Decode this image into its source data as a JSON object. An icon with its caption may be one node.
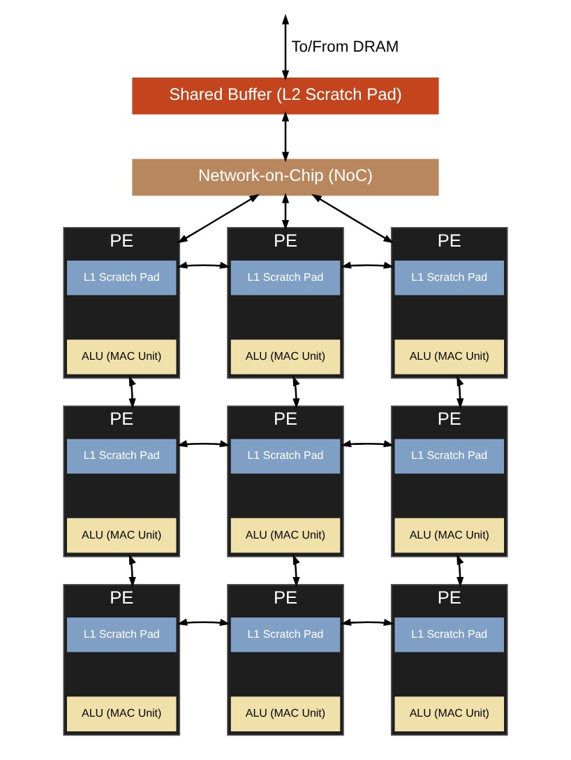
{
  "diagram": {
    "nodes": [
      {
        "text": [
          "Shared Buffer (L2 Scratch Pad)"
        ]
      },
      {
        "text": [
          "Network-on-Chip (NoC)"
        ]
      },
      {
        "text": [
          "PE"
        ]
      },
      {
        "text": [
          "L1 Scratch Pad"
        ],
        "in": 2
      },
      {
        "text": [
          "ALU (MAC Unit)"
        ],
        "in": 2
      },
      {
        "text": [
          "PE"
        ]
      },
      {
        "text": [
          "L1 Scratch Pad"
        ],
        "in": 5
      },
      {
        "text": [
          "ALU (MAC Unit)"
        ],
        "in": 5
      },
      {
        "text": [
          "PE"
        ]
      },
      {
        "text": [
          "L1 Scratch Pad"
        ],
        "in": 8
      },
      {
        "text": [
          "ALU (MAC Unit)"
        ],
        "in": 8
      },
      {
        "text": [
          "PE"
        ]
      },
      {
        "text": [
          "L1 Scratch Pad"
        ],
        "in": 11
      },
      {
        "text": [
          "ALU (MAC Unit)"
        ],
        "in": 11
      },
      {
        "text": [
          "PE"
        ]
      },
      {
        "text": [
          "L1 Scratch Pad"
        ],
        "in": 14
      },
      {
        "text": [
          "ALU (MAC Unit)"
        ],
        "in": 14
      },
      {
        "text": [
          "PE"
        ]
      },
      {
        "text": [
          "L1 Scratch Pad"
        ],
        "in": 17
      },
      {
        "text": [
          "ALU (MAC Unit)"
        ],
        "in": 17
      },
      {
        "text": [
          "PE"
        ]
      },
      {
        "text": [
          "L1 Scratch Pad"
        ],
        "in": 20
      },
      {
        "text": [
          "ALU (MAC Unit)"
        ],
        "in": 20
      },
      {
        "text": [
          "PE"
        ]
      },
      {
        "text": [
          "L1 Scratch Pad"
        ],
        "in": 23
      },
      {
        "text": [
          "ALU (MAC Unit)"
        ],
        "in": 23
      },
      {
        "text": [
          "PE"
        ]
      },
      {
        "text": [
          "L1 Scratch Pad"
        ],
        "in": 26
      },
      {
        "text": [
          "ALU (MAC Unit)"
        ],
        "in": 26
      }
    ],
    "edges": [
      {
        "from": null,
        "to": 0,
        "arrow": "both",
        "label": "To/From DRAM"
      },
      {
        "from": 0,
        "to": 1,
        "arrow": "both"
      },
      {
        "from": 1,
        "to": 2,
        "arrow": "both"
      },
      {
        "from": 1,
        "to": 5,
        "arrow": "both"
      },
      {
        "from": 1,
        "to": 8,
        "arrow": "both"
      },
      {
        "from": 2,
        "to": 5,
        "arrow": "both"
      },
      {
        "from": 5,
        "to": 8,
        "arrow": "both"
      },
      {
        "from": 2,
        "to": 11,
        "arrow": "both"
      },
      {
        "from": 5,
        "to": 14,
        "arrow": "both"
      },
      {
        "from": 8,
        "to": 17,
        "arrow": "both"
      },
      {
        "from": 11,
        "to": 14,
        "arrow": "both"
      },
      {
        "from": 14,
        "to": 17,
        "arrow": "both"
      },
      {
        "from": 11,
        "to": 20,
        "arrow": "both"
      },
      {
        "from": 14,
        "to": 23,
        "arrow": "both"
      },
      {
        "from": 17,
        "to": 26,
        "arrow": "both"
      },
      {
        "from": 20,
        "to": 23,
        "arrow": "both"
      },
      {
        "from": 23,
        "to": 26,
        "arrow": "both"
      }
    ]
  }
}
